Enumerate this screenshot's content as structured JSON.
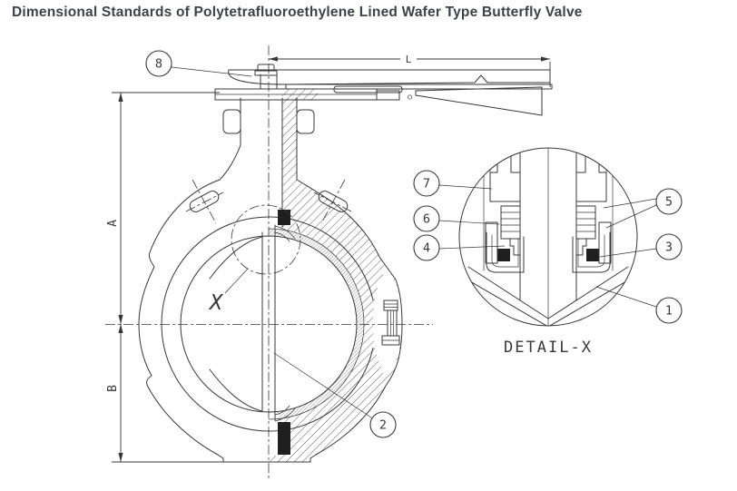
{
  "title": "Dimensional Standards of Polytetrafluoroethylene Lined Wafer Type Butterfly Valve",
  "main_view": {
    "dimensions": {
      "height_upper": "A",
      "height_lower": "B",
      "handle_length": "L"
    },
    "detail_marker": "X",
    "balloons": [
      {
        "label": "8"
      },
      {
        "label": "2"
      }
    ]
  },
  "detail_view": {
    "caption": "DETAIL-X",
    "balloons": [
      {
        "label": "7"
      },
      {
        "label": "6"
      },
      {
        "label": "4"
      },
      {
        "label": "5"
      },
      {
        "label": "3"
      },
      {
        "label": "1"
      }
    ]
  },
  "colors": {
    "line": "#383838",
    "title_text": "#3d4148",
    "seal_fill": "#1f1f1f",
    "background": "#ffffff"
  }
}
